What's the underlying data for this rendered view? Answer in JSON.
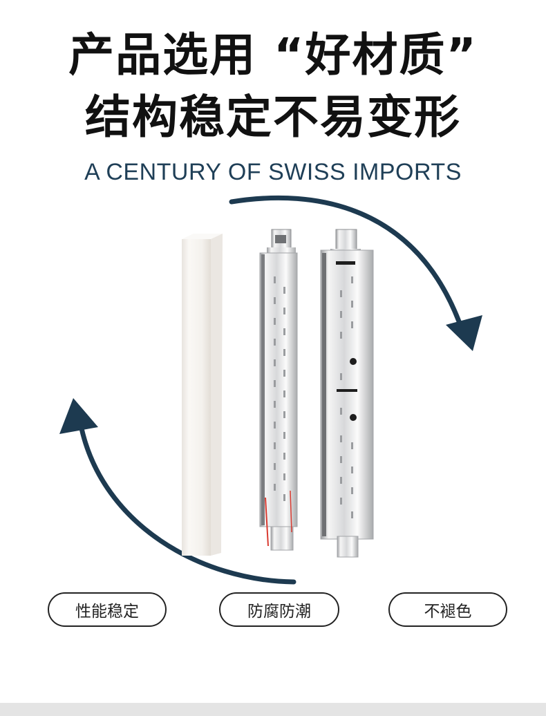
{
  "headline": {
    "line1": "产品选用 “好材质”",
    "line2": "结构稳定不易变形"
  },
  "tagline": "A CENTURY OF SWISS IMPORTS",
  "features": [
    "性能稳定",
    "防腐防潮",
    "不褪色"
  ],
  "colors": {
    "arrow": "#1d3a50",
    "headline": "#111111",
    "tagline": "#1f3f57",
    "pill_border": "#222222",
    "white_bar": "#f3f1ee",
    "metal_light": "#f2f2f2",
    "metal_mid": "#c9cacc",
    "accent_red": "#d93a30"
  },
  "icons": {
    "arrow_top": "curved-arrow-down-right-icon",
    "arrow_bottom": "curved-arrow-up-left-icon"
  },
  "images": {
    "white_profile": "white keel bar",
    "metal_profile_front": "galvanized T-bar front",
    "metal_profile_side": "galvanized T-bar side"
  }
}
